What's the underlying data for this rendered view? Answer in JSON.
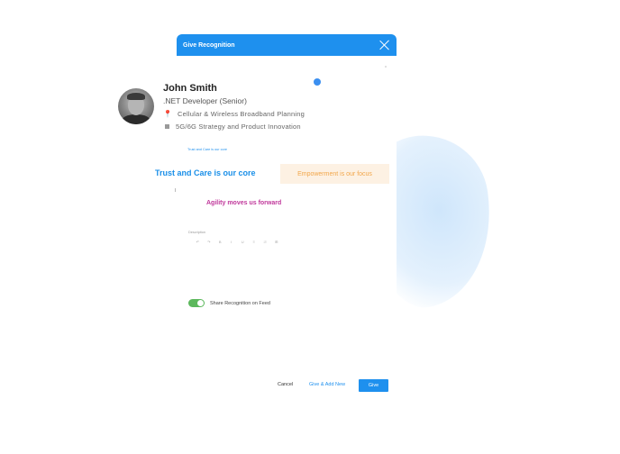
{
  "dialog": {
    "title": "Give Recognition"
  },
  "profile": {
    "name": "John Smith",
    "role": ".NET Developer (Senior)",
    "location": "Cellular & Wireless Broadband Planning",
    "department": "5G/6G Strategy and Product Innovation"
  },
  "values": {
    "small_link": "Trust and Care is our core",
    "trust": "Trust and Care is our core",
    "empowerment": "Empowerment is our focus",
    "agility": "Agility moves us forward"
  },
  "editor": {
    "label": "Description",
    "tools": [
      "↶",
      "↷",
      "B",
      "I",
      "U",
      "≡",
      "⁞≡",
      "⊞"
    ]
  },
  "share": {
    "label": "Share Recognition on Feed",
    "enabled": true
  },
  "actions": {
    "cancel": "Cancel",
    "give_add_new": "Give & Add New",
    "give": "Give"
  },
  "colors": {
    "accent": "#1e90ee",
    "toggle_on": "#5cb85c",
    "empowerment_bg": "#fdf1e3",
    "empowerment_text": "#f2a64a",
    "agility_text": "#c0389b"
  },
  "icons": {
    "close": "close-icon",
    "location": "map-pin-icon",
    "department": "square-icon"
  }
}
